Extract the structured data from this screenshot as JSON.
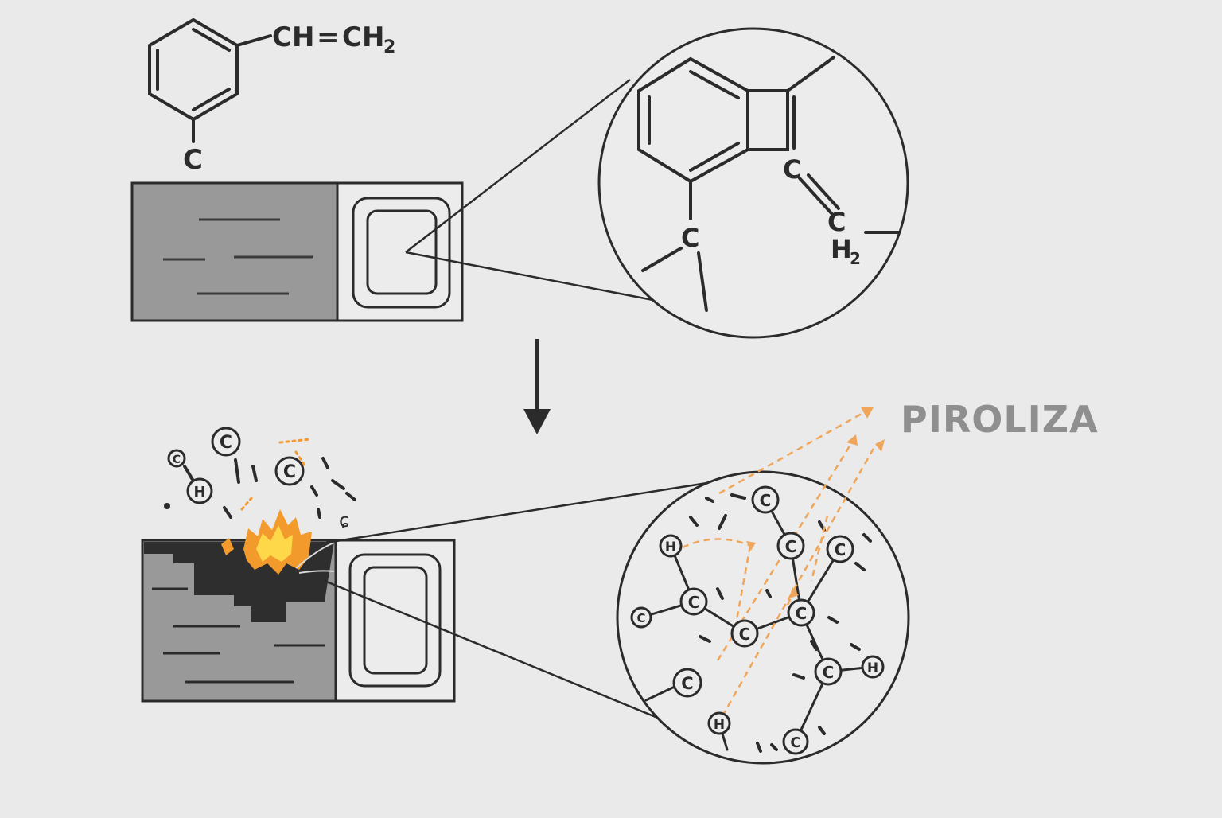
{
  "labels": {
    "formula_top_ch": "CH",
    "formula_top_eq": "=",
    "formula_top_ch2": "CH",
    "formula_top_sub": "2",
    "top_c": "C",
    "zoom_top_c_left": "C",
    "zoom_top_c_right": "C",
    "zoom_top_c_lower": "C",
    "zoom_top_h": "H",
    "zoom_top_h_sub": "2",
    "pyrolysis_title": "PIROLIZA"
  },
  "atoms_debris": [
    "C",
    "C",
    "C",
    "H",
    "C"
  ],
  "atoms_zoom": [
    "C",
    "C",
    "C",
    "H",
    "C",
    "C",
    "C",
    "C",
    "C",
    "H",
    "C",
    "H",
    "C"
  ],
  "colors": {
    "background": "#ebeaeb",
    "ink": "#2b2b2b",
    "material_fill": "#999999",
    "char_fill": "#2e2e2e",
    "flame_orange": "#f39a2c",
    "flame_yellow": "#ffd84a",
    "arrow_orange": "#f0a65a",
    "title_gray": "#8f8f8f"
  }
}
